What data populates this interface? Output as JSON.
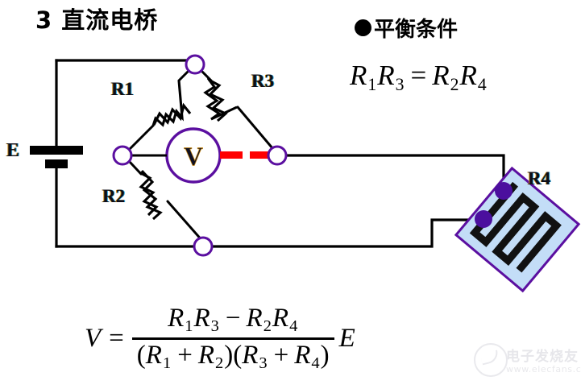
{
  "slide": {
    "title": "3  直流电桥",
    "background_color": "#ffffff"
  },
  "balance_section": {
    "heading": "平衡条件",
    "bullet_icon": "filled-circle-bullet-icon",
    "equation_plain": "R1R3 = R2R4",
    "lhs": {
      "v1": "R",
      "s1": "1",
      "v2": "R",
      "s2": "3"
    },
    "operator": "=",
    "rhs": {
      "v1": "R",
      "s1": "2",
      "v2": "R",
      "s2": "4"
    }
  },
  "output_equation": {
    "plain": "V = (R1R3 - R2R4) / ((R1 + R2)(R3 + R4)) E",
    "lead_var": "V",
    "eq_sign": "=",
    "numerator": {
      "a_var": "R",
      "a_sub": "1",
      "b_var": "R",
      "b_sub": "3",
      "operator": "−",
      "c_var": "R",
      "c_sub": "2",
      "d_var": "R",
      "d_sub": "4"
    },
    "denominator": {
      "open1": "(",
      "a_var": "R",
      "a_sub": "1",
      "op1": "+",
      "b_var": "R",
      "b_sub": "2",
      "close1": ")",
      "open2": "(",
      "c_var": "R",
      "c_sub": "3",
      "op2": "+",
      "d_var": "R",
      "d_sub": "4",
      "close2": ")"
    },
    "trailing": "E"
  },
  "circuit": {
    "source_label": "E",
    "source_type": "dc-battery",
    "meter_label": "V",
    "meter_type": "voltmeter",
    "resistors": [
      {
        "id": "R1",
        "label": "R1",
        "type": "zigzag-resistor"
      },
      {
        "id": "R2",
        "label": "R2",
        "type": "zigzag-resistor"
      },
      {
        "id": "R3",
        "label": "R3",
        "type": "zigzag-resistor"
      },
      {
        "id": "R4",
        "label": "R4",
        "type": "strain-gauge"
      }
    ],
    "colors": {
      "wire": "#000000",
      "node_outline": "#5b0fa0",
      "node_fill": "#ffffff",
      "terminal_fill": "#4b0f9e",
      "gauge_fill": "#c3ddf7",
      "gauge_border": "#5b0fa0",
      "gauge_grid": "#111111",
      "dashed_link": "#ff0000",
      "meter_outline": "#5b0fa0"
    },
    "dashed_link_note": "red-dashed-bridge-link"
  },
  "watermark": {
    "brand_cn": "电子发烧友",
    "url": "www.elecfans.com",
    "logo_icon": "elecfans-logo-icon"
  }
}
